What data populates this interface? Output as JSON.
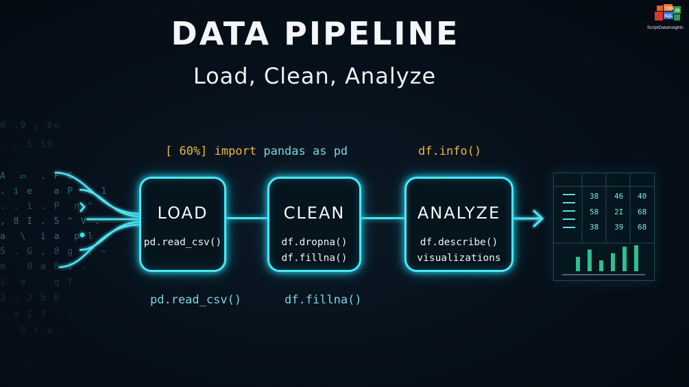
{
  "header": {
    "title": "DATA PIPELINE",
    "subtitle": "Load, Clean, Analyze"
  },
  "logo": {
    "brand": "ScriptDataInsights",
    "tiles": [
      "</>",
      "CSS",
      "JS",
      "SQL",
      "X"
    ]
  },
  "annotations_top": {
    "progress_prefix": "[ 60%]",
    "import_keyword": "import",
    "import_rest": "pandas as pd",
    "info_call": "df.info()"
  },
  "annotations_bottom": {
    "load_call": "pd.read_csv()",
    "clean_call": "df.fillna()"
  },
  "stages": [
    {
      "title": "LOAD",
      "lines": [
        "pd.read_csv()"
      ]
    },
    {
      "title": "CLEAN",
      "lines": [
        "df.dropna()",
        "df.fillna()"
      ]
    },
    {
      "title": "ANALYZE",
      "lines": [
        "df.describe()",
        "visualizations"
      ]
    }
  ],
  "output_panel": {
    "table": [
      [
        "38",
        "46",
        "40"
      ],
      [
        "58",
        "2I",
        "68"
      ],
      [
        "38",
        "39",
        "68"
      ]
    ],
    "bar_values": [
      4,
      6,
      3,
      5,
      6.8,
      7.2
    ]
  },
  "colors": {
    "accent": "#4fe6f6",
    "highlight": "#f0b63e",
    "code_teal": "#7fd4e0",
    "bar_green": "#2fbf8f"
  },
  "input_noise": {
    "rows": [
      "0 .9 , 8o",
      ". , 5 5H",
      "A  ▭  . F G",
      ". i e   a P  ✓ 1",
      ". . i . P  n ^",
      ", 8 I . 5 ^ V .",
      "a  \\  i a  p l .",
      "5 . G , 8 g  . ~",
      "n   0 a 8 1 .",
      "i  e  . q T",
      "J . J 5 8",
      ". a I 7 . .",
      "   8 t a ."
    ]
  }
}
